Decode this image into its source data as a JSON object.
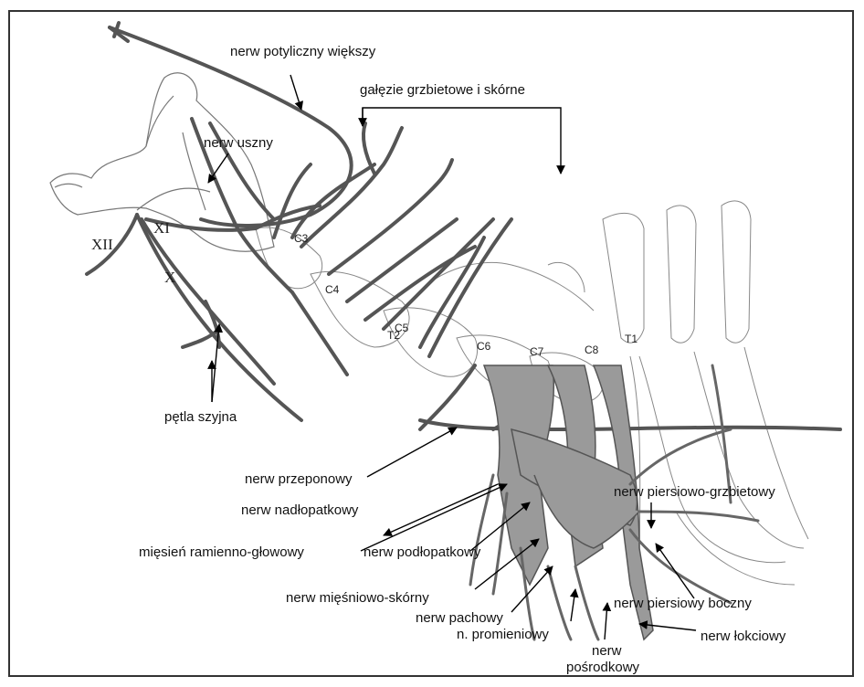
{
  "labels": {
    "nerw_potyliczny_wiekszy": "nerw potyliczny większy",
    "galezie_grzbietowe": "gałęzie grzbietowe i skórne",
    "nerw_uszny": "nerw uszny",
    "petla_szyjna": "pętla szyjna",
    "nerw_przeponowy": "nerw przeponowy",
    "nerw_nadlopatkowy": "nerw nadłopatkowy",
    "miesien_ramienno_glowowy": "mięsień ramienno-głowowy",
    "nerw_podlopatkowy": "nerw podłopatkowy",
    "nerw_miesniowo_skorny": "nerw mięśniowo-skórny",
    "nerw_pachowy": "nerw pachowy",
    "n_promieniowy": "n. promieniowy",
    "nerw_srodkowy_1": "nerw",
    "nerw_srodkowy_2": "pośrodkowy",
    "nerw_lokciowy": "nerw łokciowy",
    "nerw_piersiowy_boczny": "nerw piersiowy boczny",
    "nerw_piersiowo_grzbietowy": "nerw piersiowo-grzbietowy"
  },
  "cranial_nerves": [
    "XII",
    "XI",
    "X"
  ],
  "vertebral_labels": [
    "C3",
    "C4",
    "C5",
    "T2",
    "C6",
    "C7",
    "C8",
    "T1"
  ],
  "colors": {
    "nerve_fill": "#9a9a9a",
    "nerve_stroke": "#555555",
    "bone_stroke": "#777777",
    "arrow": "#000000",
    "frame": "#333333"
  }
}
